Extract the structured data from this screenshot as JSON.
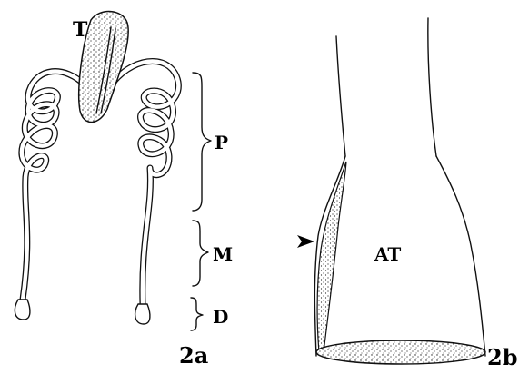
{
  "figures": [
    {
      "id": "2a",
      "caption": "2a",
      "labels": {
        "top": "T",
        "proximal": "P",
        "middle": "M",
        "distal": "D"
      }
    },
    {
      "id": "2b",
      "caption": "2b",
      "labels": {
        "center": "AT"
      }
    }
  ]
}
